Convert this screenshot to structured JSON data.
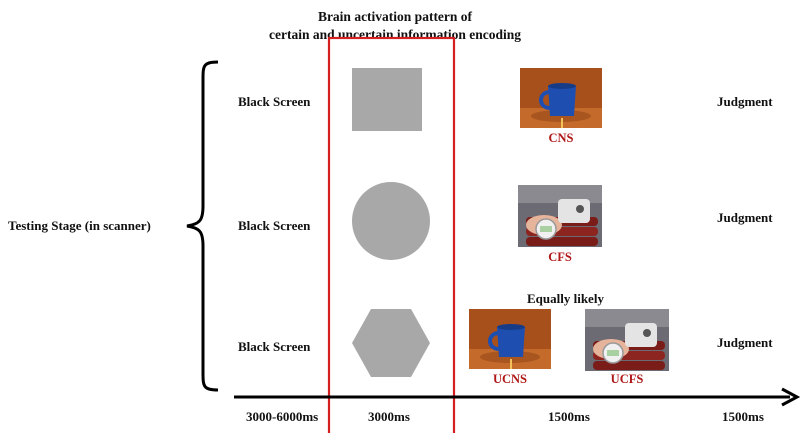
{
  "title_line1": "Brain activation pattern of",
  "title_line2": "certain and uncertain information encoding",
  "stage_label": "Testing Stage (in scanner)",
  "rows": [
    {
      "blank_label": "Black Screen",
      "shape": "square",
      "judgment": "Judgment",
      "stimuli": [
        {
          "label": "CNS",
          "image": "blue-mug"
        }
      ]
    },
    {
      "blank_label": "Black Screen",
      "shape": "circle",
      "judgment": "Judgment",
      "stimuli": [
        {
          "label": "CFS",
          "image": "bomb-device"
        }
      ]
    },
    {
      "blank_label": "Black Screen",
      "shape": "hexagon",
      "judgment": "Judgment",
      "note": "Equally likely",
      "stimuli": [
        {
          "label": "UCNS",
          "image": "blue-mug"
        },
        {
          "label": "UCFS",
          "image": "bomb-device"
        }
      ]
    }
  ],
  "timeline": [
    "3000-6000ms",
    "3000ms",
    "1500ms",
    "1500ms"
  ],
  "colors": {
    "highlight": "#d42020",
    "shape_fill": "#a8a8a8",
    "stimulus_label": "#b01818"
  }
}
